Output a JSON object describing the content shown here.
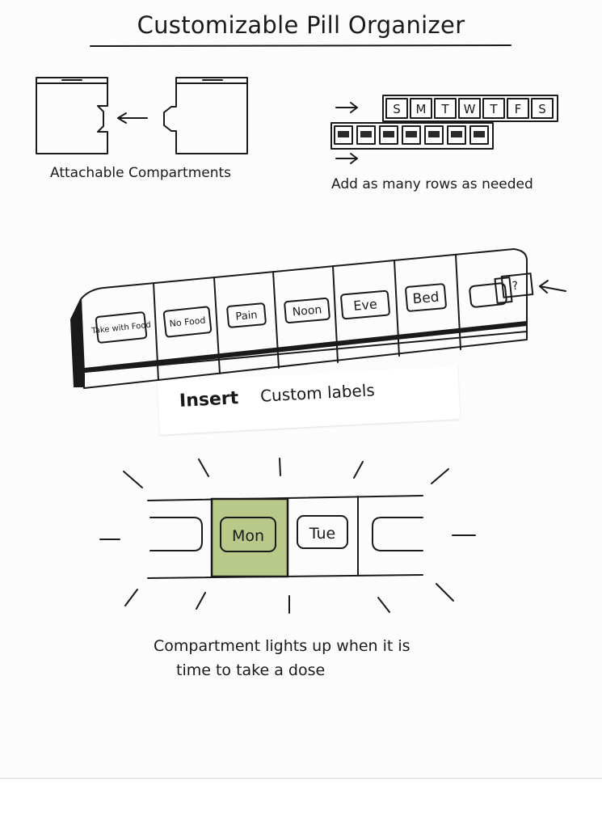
{
  "title": "Customizable Pill Organizer",
  "attach": {
    "caption": "Attachable Compartments"
  },
  "rows": {
    "caption": "Add as many rows as needed",
    "days": [
      "S",
      "M",
      "T",
      "W",
      "T",
      "F",
      "S"
    ]
  },
  "organizer": {
    "labels": [
      "Take with Food",
      "No Food",
      "Pain",
      "Noon",
      "Eve",
      "Bed"
    ],
    "insert_slot_label": "?",
    "caption_strong": "Insert",
    "caption_rest": "Custom labels"
  },
  "lights": {
    "compartments": [
      "Mon",
      "Tue"
    ],
    "lit_compartment": "Mon",
    "lit_color": "#b9c98a",
    "caption_line1": "Compartment lights up when it is",
    "caption_line2": "time to take a dose"
  }
}
